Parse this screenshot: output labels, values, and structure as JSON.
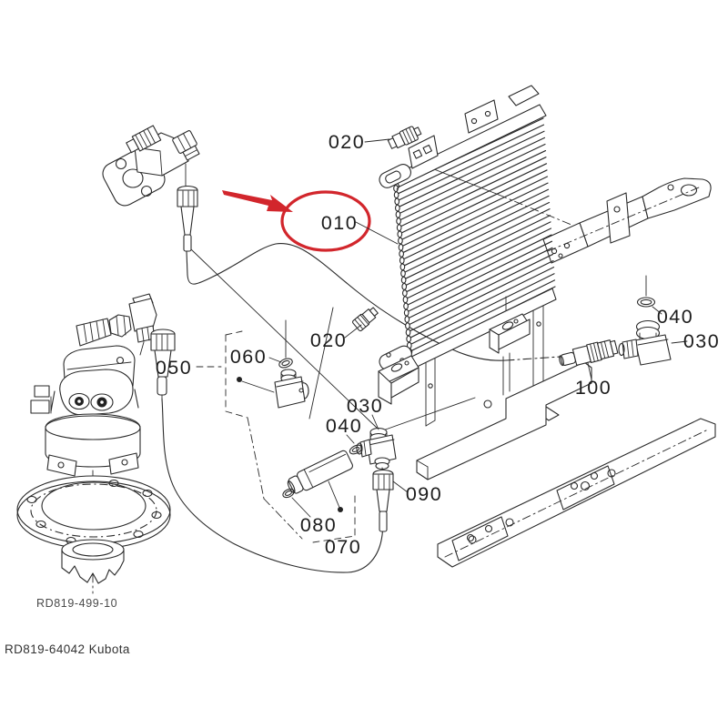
{
  "colors": {
    "background": "#ffffff",
    "line": "#2a2a2a",
    "highlight": "#d2262c",
    "label_text": "#1c1c1c",
    "footer_text": "#4a4a4a"
  },
  "footer": {
    "drawing_number": "RD819-499-10",
    "catalog_text": "RD819-64042 Kubota"
  },
  "callouts": {
    "part_010": "010",
    "part_020_top": "020",
    "part_020_side": "020",
    "part_030_mid": "030",
    "part_030_right": "030",
    "part_040_mid": "040",
    "part_040_right": "040",
    "part_050": "050",
    "part_060": "060",
    "part_070": "070",
    "part_080": "080",
    "part_090": "090",
    "part_100": "100"
  }
}
